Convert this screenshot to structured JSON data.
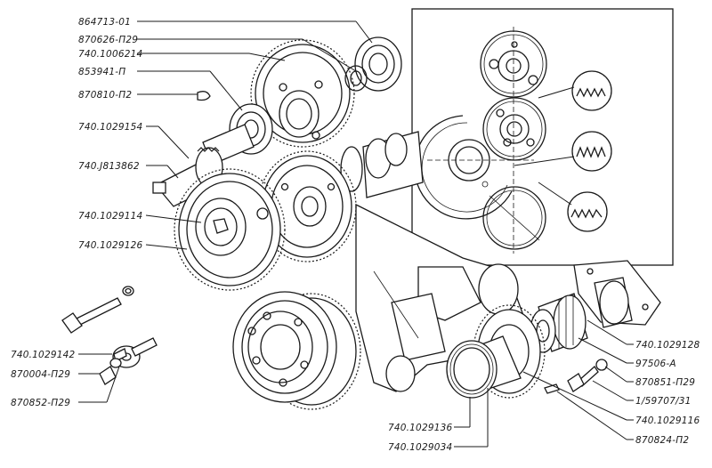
{
  "diagram": {
    "callouts": {
      "c1": "864713-01",
      "c2": "870626-П29",
      "c3": "740.1006214",
      "c4": "853941-П",
      "c5": "870810-П2",
      "c6": "740.1029154",
      "c7": "740.J813862",
      "c8": "740.1029114",
      "c9": "740.1029126",
      "c10": "740.1029142",
      "c11": "870004-П29",
      "c12": "870852-П29",
      "c13": "740.1029128",
      "c14": "97506-А",
      "c15": "870851-П29",
      "c16": "1/59707/31",
      "c17": "740.1029116",
      "c18": "870824-П2",
      "c19": "740.1029136",
      "c20": "740.1029034"
    }
  }
}
